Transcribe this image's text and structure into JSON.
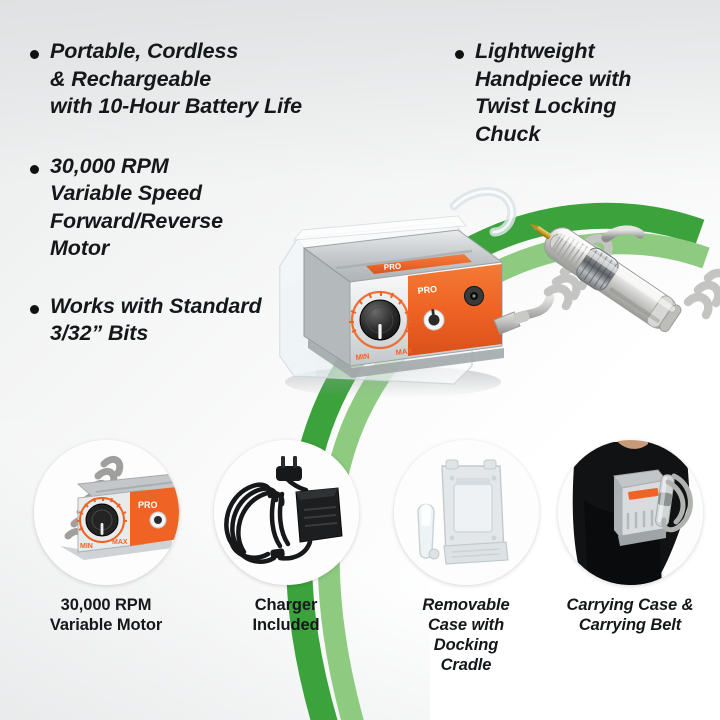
{
  "palette": {
    "bg_top_left": "#e8e9ea",
    "bg_bottom_right": "#ffffff",
    "arc_dark_green": "#3ba23c",
    "arc_light_green": "#8ecb80",
    "bullet_text": "#15181a",
    "bullet_dot": "#111111",
    "product_orange": "#ef6324",
    "product_silver": "#c9ccce",
    "chrome": "#b9bdc0",
    "gold_bit": "#c9a227",
    "cord_gray": "#b8b9b8",
    "black_plastic": "#1c1c1c"
  },
  "features": {
    "left": [
      {
        "id": "portable-cordless",
        "text": "Portable, Cordless\n& Rechargeable\nwith 10-Hour Battery Life"
      },
      {
        "id": "rpm-motor",
        "text": "30,000 RPM\nVariable Speed\nForward/Reverse\nMotor"
      },
      {
        "id": "standard-bits",
        "text": "Works with Standard\n3/32” Bits"
      }
    ],
    "right": [
      {
        "id": "lightweight-handpiece",
        "text": "Lightweight\nHandpiece with\nTwist Locking\nChuck"
      }
    ]
  },
  "thumbnails": [
    {
      "id": "variable-motor",
      "icon": "control-box-icon",
      "caption": "30,000 RPM\nVariable Motor",
      "italic": false
    },
    {
      "id": "charger",
      "icon": "ac-adapter-icon",
      "caption": "Charger\nIncluded",
      "italic": false
    },
    {
      "id": "docking-cradle",
      "icon": "docking-cradle-icon",
      "caption": "Removable\nCase with\nDocking\nCradle",
      "italic": true
    },
    {
      "id": "carrying-belt",
      "icon": "carrying-belt-icon",
      "caption": "Carrying Case &\nCarrying Belt",
      "italic": true
    }
  ],
  "hero": {
    "id": "hero-product",
    "control_unit_label": "PRO",
    "dial_min_label": "MIN",
    "dial_max_label": "MAX"
  }
}
